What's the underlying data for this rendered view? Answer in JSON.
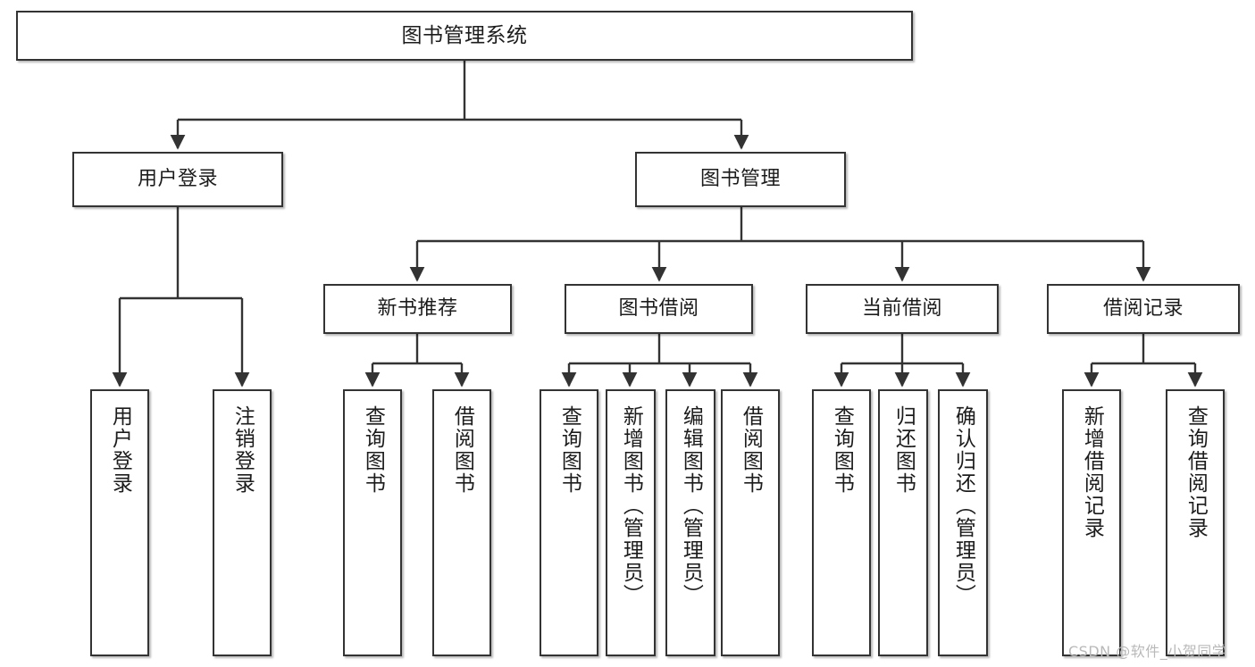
{
  "diagram": {
    "title": "图书管理系统",
    "watermark": "CSDN @软件_小贺同学",
    "root": {
      "label": "图书管理系统"
    },
    "level2": [
      {
        "label": "用户登录"
      },
      {
        "label": "图书管理"
      }
    ],
    "level3": [
      {
        "label": "新书推荐"
      },
      {
        "label": "图书借阅"
      },
      {
        "label": "当前借阅"
      },
      {
        "label": "借阅记录"
      }
    ],
    "leaves": {
      "user_login": [
        {
          "label": "用户登录"
        },
        {
          "label": "注销登录"
        }
      ],
      "new_book_recommend": [
        {
          "label": "查询图书"
        },
        {
          "label": "借阅图书"
        }
      ],
      "book_borrow": [
        {
          "label": "查询图书"
        },
        {
          "label": "新增图书（管理员）"
        },
        {
          "label": "编辑图书（管理员）"
        },
        {
          "label": "借阅图书"
        }
      ],
      "current_borrow": [
        {
          "label": "查询图书"
        },
        {
          "label": "归还图书"
        },
        {
          "label": "确认归还（管理员）"
        }
      ],
      "borrow_record": [
        {
          "label": "新增借阅记录"
        },
        {
          "label": "查询借阅记录"
        }
      ]
    },
    "colors": {
      "stroke": "#333333",
      "background": "#ffffff",
      "text": "#1c1c1c",
      "watermark": "#b9b9b9"
    }
  }
}
